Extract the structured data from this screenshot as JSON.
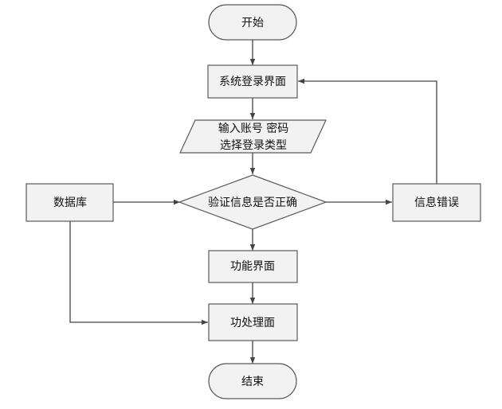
{
  "flowchart": {
    "start": "开始",
    "login_screen": "系统登录界面",
    "input_line1": "输入账号 密码",
    "input_line2": "选择登录类型",
    "verify": "验证信息是否正确",
    "error": "信息错误",
    "database": "数据库",
    "function_screen": "功能界面",
    "process_screen": "功处理面",
    "end": "结束"
  }
}
